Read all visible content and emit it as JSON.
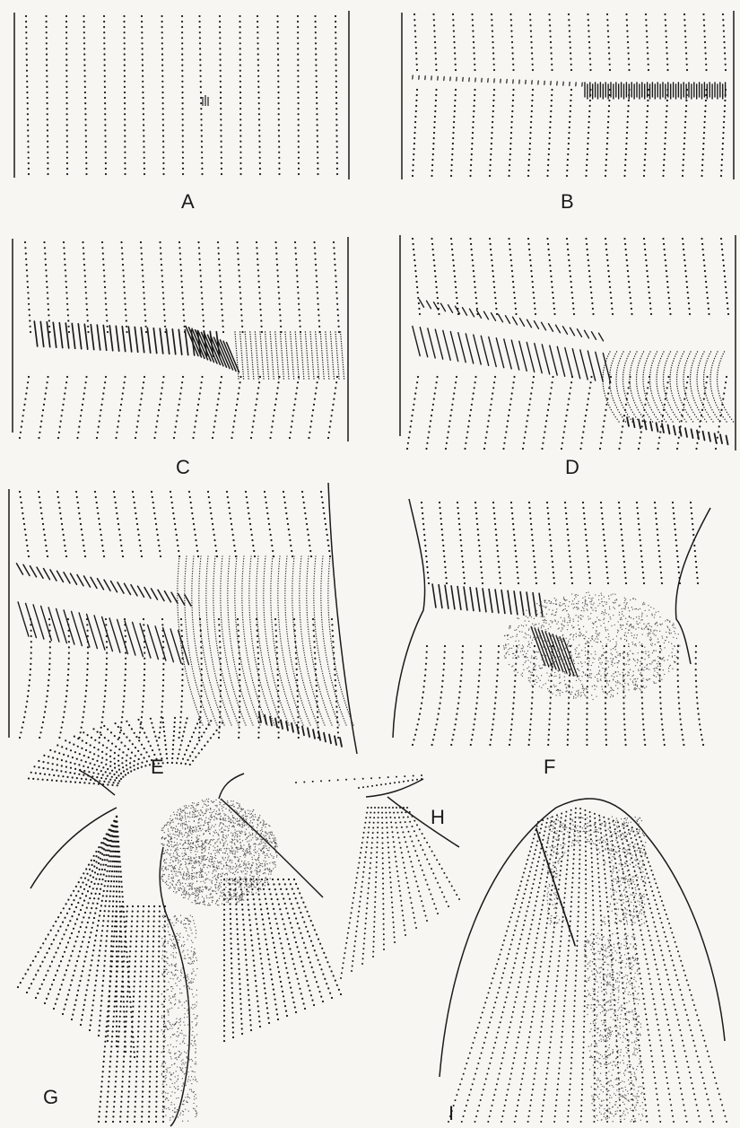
{
  "figure": {
    "panels": [
      {
        "id": "A",
        "label": "A",
        "stage": "intact dotted kinety rows with a small group of new kinetosomes"
      },
      {
        "id": "B",
        "label": "B",
        "stage": "band of proliferating kinetosomes across the rows"
      },
      {
        "id": "C",
        "label": "C",
        "stage": "oblique band with dense primordium field"
      },
      {
        "id": "D",
        "label": "D",
        "stage": "primordium field widening"
      },
      {
        "id": "E",
        "label": "E",
        "stage": "large stippled primordium field"
      },
      {
        "id": "F",
        "label": "F",
        "stage": "rounded primordium on constricted body"
      },
      {
        "id": "G",
        "label": "G",
        "stage": "separating halves with radiating rows"
      },
      {
        "id": "H",
        "label": "H",
        "stage": "small fragment with radiating rows"
      },
      {
        "id": "I",
        "label": "I",
        "stage": "tapered cell with curved rows and dense field"
      }
    ],
    "colors": {
      "ink": "#1a1a1a",
      "paper": "#f7f6f2"
    }
  }
}
